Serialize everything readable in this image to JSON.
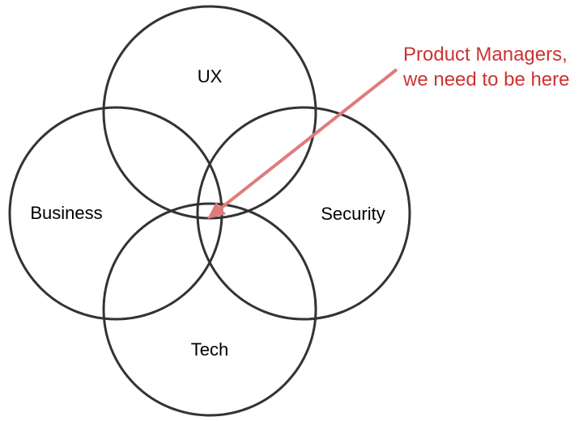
{
  "diagram": {
    "sets": {
      "top": "UX",
      "left": "Business",
      "right": "Security",
      "bottom": "Tech"
    },
    "annotation": {
      "line1": "Product Managers,",
      "line2": "we need to be here"
    },
    "colors": {
      "circle_stroke": "#333333",
      "arrow": "#e07b7b",
      "annotation_text": "#cc3333"
    }
  }
}
